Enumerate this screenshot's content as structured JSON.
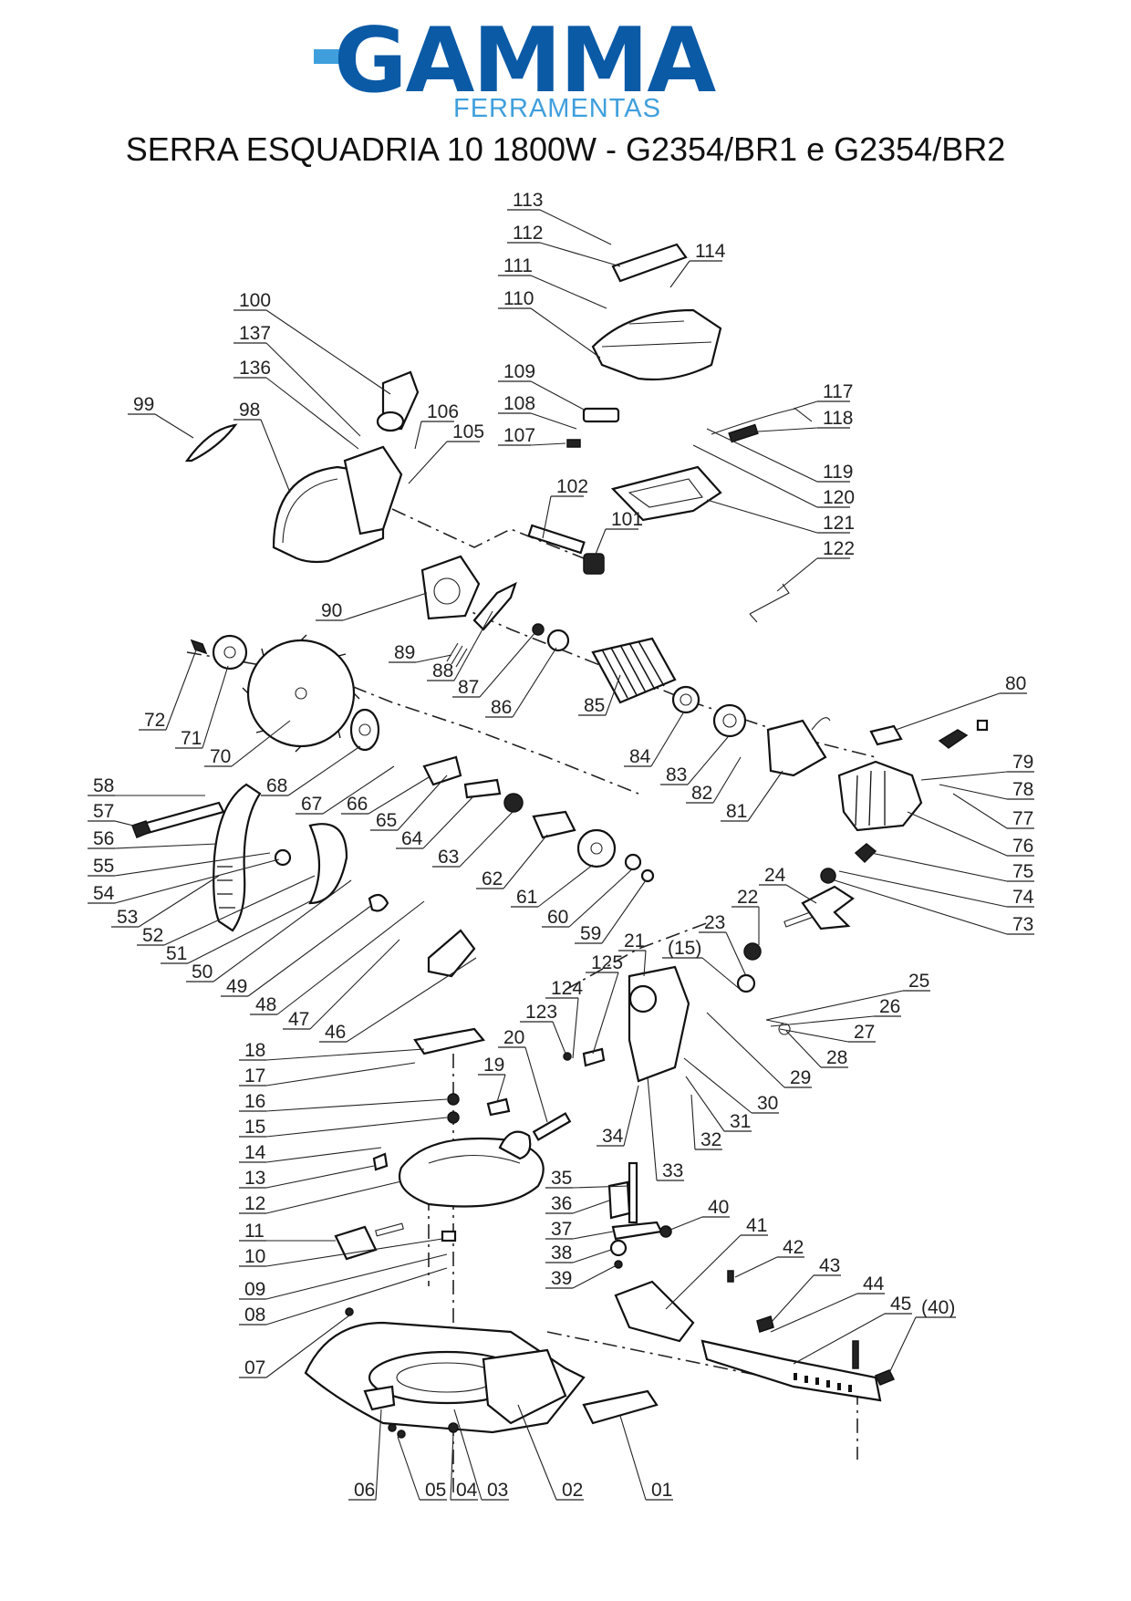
{
  "brand": {
    "name": "GAMMA",
    "subtitle": "FERRAMENTAS",
    "color": "#0a5aa6",
    "accent": "#3f9fdd"
  },
  "title": "SERRA ESQUADRIA 10 1800W - G2354/BR1 e G2354/BR2",
  "labels": [
    "113",
    "112",
    "114",
    "111",
    "110",
    "100",
    "137",
    "136",
    "109",
    "108",
    "107",
    "117",
    "118",
    "106",
    "105",
    "99",
    "98",
    "119",
    "120",
    "102",
    "121",
    "101",
    "122",
    "90",
    "89",
    "88",
    "87",
    "86",
    "85",
    "84",
    "83",
    "82",
    "81",
    "80",
    "79",
    "78",
    "77",
    "76",
    "75",
    "74",
    "73",
    "72",
    "71",
    "70",
    "68",
    "67",
    "66",
    "65",
    "64",
    "63",
    "62",
    "61",
    "60",
    "59",
    "58",
    "57",
    "56",
    "55",
    "54",
    "53",
    "52",
    "51",
    "50",
    "49",
    "48",
    "47",
    "46",
    "24",
    "22",
    "23",
    "(15)",
    "25",
    "26",
    "27",
    "28",
    "29",
    "30",
    "31",
    "32",
    "21",
    "125",
    "124",
    "123",
    "20",
    "19",
    "18",
    "17",
    "16",
    "15",
    "14",
    "13",
    "12",
    "11",
    "10",
    "09",
    "08",
    "07",
    "34",
    "33",
    "35",
    "36",
    "37",
    "38",
    "39",
    "40",
    "41",
    "42",
    "43",
    "44",
    "45",
    "(40)",
    "06",
    "05",
    "04",
    "03",
    "02",
    "01"
  ]
}
